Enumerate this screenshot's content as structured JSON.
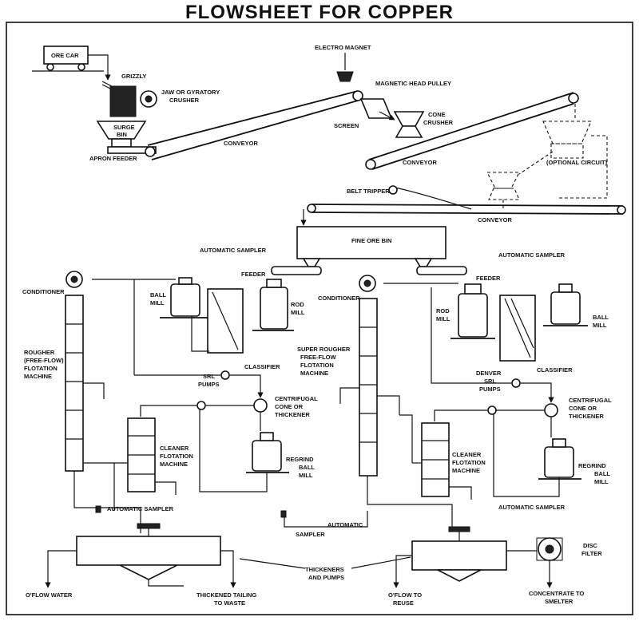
{
  "title": "FLOWSHEET FOR COPPER",
  "labels": {
    "ore_car": "ORE CAR",
    "grizzly": "GRIZZLY",
    "jaw_crusher_1": "JAW OR GYRATORY",
    "jaw_crusher_2": "CRUSHER",
    "surge_bin_1": "SURGE",
    "surge_bin_2": "BIN",
    "apron_feeder": "APRON FEEDER",
    "conveyor_1": "CONVEYOR",
    "electro_magnet": "ELECTRO MAGNET",
    "magnetic_head_pulley": "MAGNETIC HEAD PULLEY",
    "screen": "SCREEN",
    "cone_crusher_1": "CONE",
    "cone_crusher_2": "CRUSHER",
    "conveyor_2": "CONVEYOR",
    "optional_circuit": "(OPTIONAL CIRCUIT)",
    "belt_tripper": "BELT TRIPPER",
    "conveyor_3": "CONVEYOR",
    "fine_ore_bin": "FINE ORE BIN",
    "automatic_sampler_left": "AUTOMATIC SAMPLER",
    "automatic_sampler_right": "AUTOMATIC SAMPLER",
    "feeder_left": "FEEDER",
    "feeder_right": "FEEDER",
    "conditioner_left": "CONDITIONER",
    "conditioner_right": "CONDITIONER",
    "ball_mill_left_1": "BALL",
    "ball_mill_left_2": "MILL",
    "rod_mill_left_1": "ROD",
    "rod_mill_left_2": "MILL",
    "rod_mill_right_1": "ROD",
    "rod_mill_right_2": "MILL",
    "ball_mill_right_1": "BALL",
    "ball_mill_right_2": "MILL",
    "rougher_1": "ROUGHER",
    "rougher_2": "(FREE-FLOW)",
    "rougher_3": "FLOTATION",
    "rougher_4": "MACHINE",
    "super_rougher_1": "SUPER ROUGHER",
    "super_rougher_2": "FREE-FLOW",
    "super_rougher_3": "FLOTATION",
    "super_rougher_4": "MACHINE",
    "classifier_left": "CLASSIFIER",
    "classifier_right": "CLASSIFIER",
    "srl_pumps_left_1": "SRL",
    "srl_pumps_left_2": "PUMPS",
    "denver_srl_1": "DENVER",
    "denver_srl_2": "SRL",
    "denver_srl_3": "PUMPS",
    "centrifugal_left_1": "CENTRIFUGAL",
    "centrifugal_left_2": "CONE OR",
    "centrifugal_left_3": "THICKENER",
    "centrifugal_right_1": "CENTRIFUGAL",
    "centrifugal_right_2": "CONE OR",
    "centrifugal_right_3": "THICKENER",
    "cleaner_left_1": "CLEANER",
    "cleaner_left_2": "FLOTATION",
    "cleaner_left_3": "MACHINE",
    "cleaner_right_1": "CLEANER",
    "cleaner_right_2": "FLOTATION",
    "cleaner_right_3": "MACHINE",
    "regrind_left_1": "REGRIND",
    "regrind_left_2": "BALL",
    "regrind_left_3": "MILL",
    "regrind_right_1": "REGRIND",
    "regrind_right_2": "BALL",
    "regrind_right_3": "MILL",
    "auto_sampler_bottom_left": "AUTOMATIC SAMPLER",
    "auto_sampler_bottom_right": "AUTOMATIC SAMPLER",
    "automatic_mid": "AUTOMATIC",
    "sampler_mid": "SAMPLER",
    "disc_filter_1": "DISC",
    "disc_filter_2": "FILTER",
    "oflow_water": "O'FLOW WATER",
    "thickened_tailing_1": "THICKENED TAILING",
    "thickened_tailing_2": "TO WASTE",
    "thickeners_1": "THICKENERS",
    "thickeners_2": "AND PUMPS",
    "oflow_reuse_1": "O'FLOW TO",
    "oflow_reuse_2": "REUSE",
    "concentrate_1": "CONCENTRATE TO",
    "concentrate_2": "SMELTER"
  }
}
